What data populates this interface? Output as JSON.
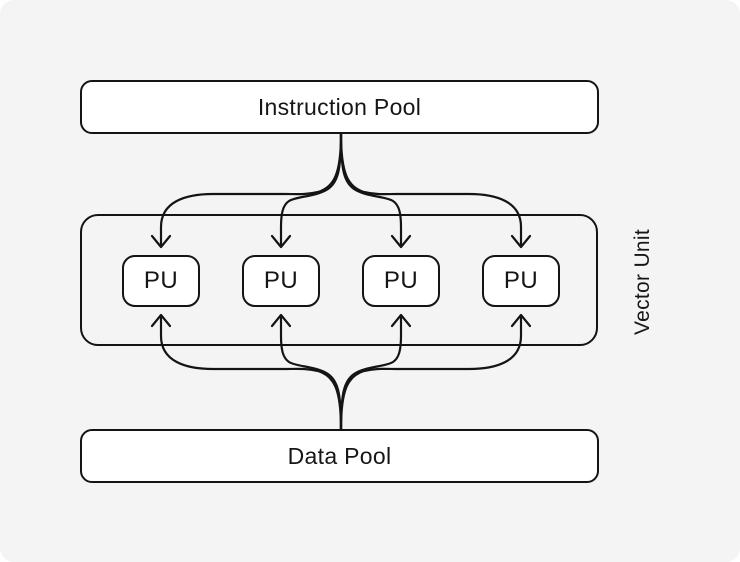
{
  "diagram": {
    "instruction_pool": {
      "label": "Instruction Pool"
    },
    "data_pool": {
      "label": "Data Pool"
    },
    "vector_unit": {
      "label": "Vector Unit",
      "processing_units": [
        {
          "label": "PU"
        },
        {
          "label": "PU"
        },
        {
          "label": "PU"
        },
        {
          "label": "PU"
        }
      ]
    },
    "connections": {
      "instruction_pool_to_pus": 4,
      "data_pool_to_pus": 4
    },
    "colors": {
      "background": "#f4f4f4",
      "line": "#141414",
      "box_fill": "#ffffff",
      "text": "#161616"
    }
  }
}
